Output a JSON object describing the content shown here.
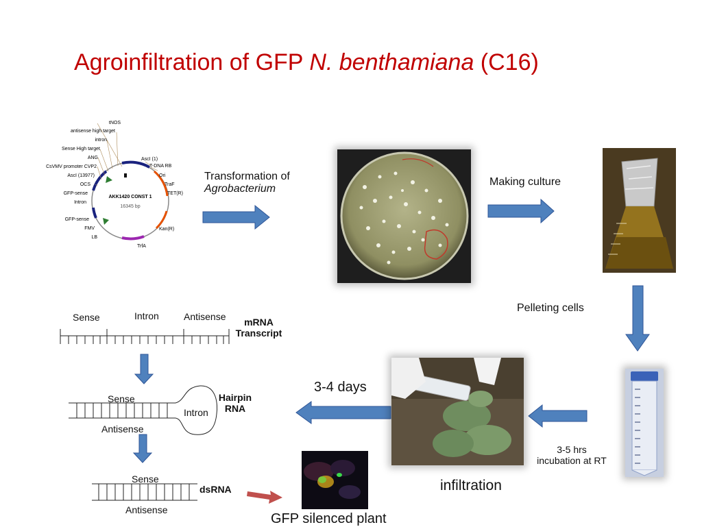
{
  "title": {
    "prefix": "Agroinfiltration of GFP ",
    "species": "N. benthamiana",
    "suffix": " (C16)"
  },
  "plasmid": {
    "name": "AKK1420 CONST 1",
    "size": "16345 bp",
    "labels_left": [
      "tNOS",
      "antisense high target",
      "intron",
      "Sense High target",
      "ANG",
      "CsVMV promoter CVP2",
      "AscI (13977)",
      "OCS",
      "GFP-sense",
      "Intron",
      "GFP-sense",
      "FMV",
      "LB"
    ],
    "labels_right": [
      "AscI (1)",
      "T-DNA RB",
      "Ori",
      "TraF",
      "TET(R)",
      "Kan(R)",
      "TrfA"
    ]
  },
  "steps": {
    "transformation_line1": "Transformation of",
    "transformation_line2": "Agrobacterium",
    "making_culture": "Making culture",
    "pelleting": "Pelleting cells",
    "incubation_line1": "3-5 hrs",
    "incubation_line2": "incubation at RT",
    "infiltration": "infiltration",
    "days": "3-4 days",
    "gfp_silenced": "GFP silenced plant"
  },
  "rna": {
    "sense": "Sense",
    "intron": "Intron",
    "antisense": "Antisense",
    "mrna_line1": "mRNA",
    "mrna_line2": "Transcript",
    "hairpin_line1": "Hairpin",
    "hairpin_line2": "RNA",
    "dsrna": "dsRNA"
  },
  "colors": {
    "title": "#c00000",
    "arrow_fill": "#4f81bd",
    "arrow_stroke": "#2f5597",
    "red_arrow": "#c0504d"
  }
}
